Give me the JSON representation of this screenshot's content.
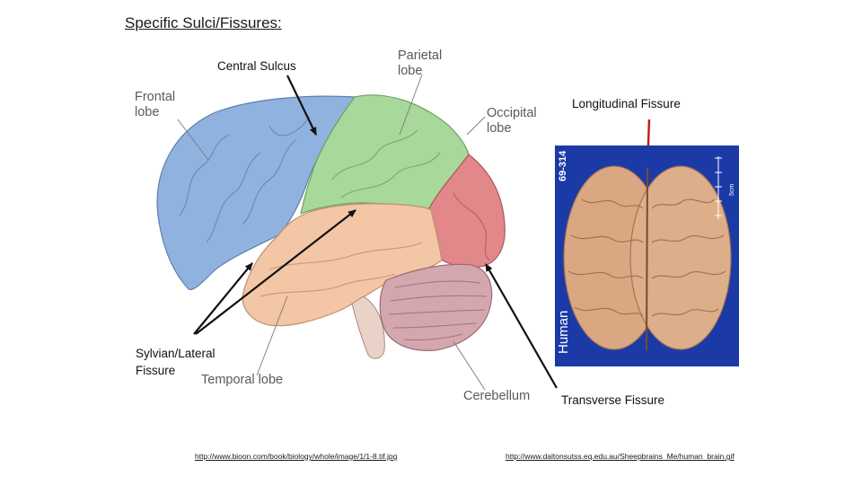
{
  "slide": {
    "title": "Specific Sulci/Fissures:"
  },
  "labels": {
    "central_sulcus": "Central Sulcus",
    "longitudinal_fissure": "Longitudinal Fissure",
    "sylvian_lateral_fissure_line1": "Sylvian/Lateral",
    "sylvian_lateral_fissure_line2": "Fissure",
    "transverse_fissure": "Transverse Fissure"
  },
  "lateral_brain_diagram": {
    "frontal_lobe_line1": "Frontal",
    "frontal_lobe_line2": "lobe",
    "parietal_lobe_line1": "Parietal",
    "parietal_lobe_line2": "lobe",
    "occipital_lobe_line1": "Occipital",
    "occipital_lobe_line2": "lobe",
    "temporal_lobe": "Temporal lobe",
    "cerebellum": "Cerebellum",
    "colors": {
      "frontal": "#8fb3de",
      "parietal": "#a8d89a",
      "occipital": "#e2878a",
      "temporal": "#f3c6a6",
      "cerebellum": "#d4a6ad"
    }
  },
  "superior_brain_photo": {
    "side_label": "Human",
    "specimen_number": "69-314",
    "scale_label": "5cm",
    "background_color": "#1c3aa6"
  },
  "sources": {
    "left_url": "http://www.bioon.com/book/biology/whole/image/1/1-8.tif.jpg",
    "right_url": "http://www.daltonsutss.eq.edu.au/Sheepbrains_Me/human_brain.gif"
  }
}
